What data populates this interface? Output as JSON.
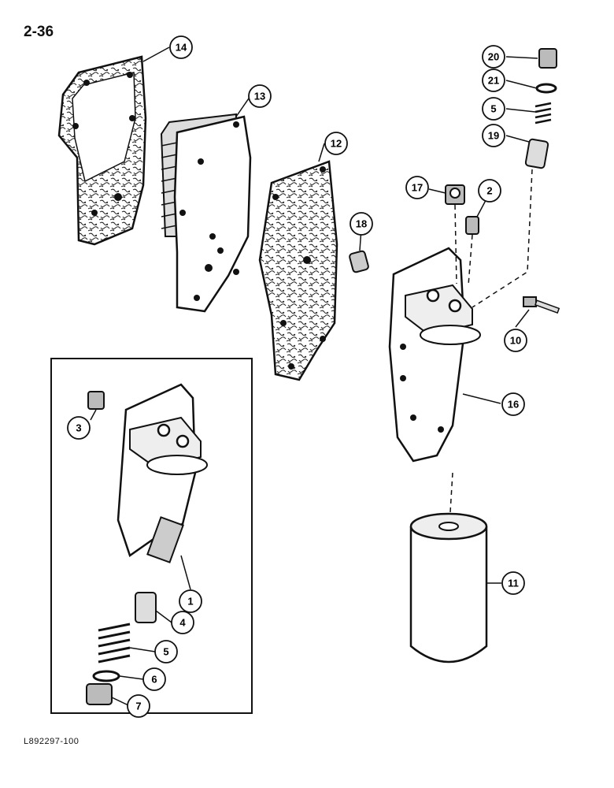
{
  "page_number": "2-36",
  "figure_code": "L892297-100",
  "callouts": [
    "14",
    "13",
    "12",
    "18",
    "17",
    "2",
    "20",
    "21",
    "5",
    "19",
    "10",
    "16",
    "3",
    "1",
    "4",
    "5",
    "6",
    "7",
    "11"
  ]
}
